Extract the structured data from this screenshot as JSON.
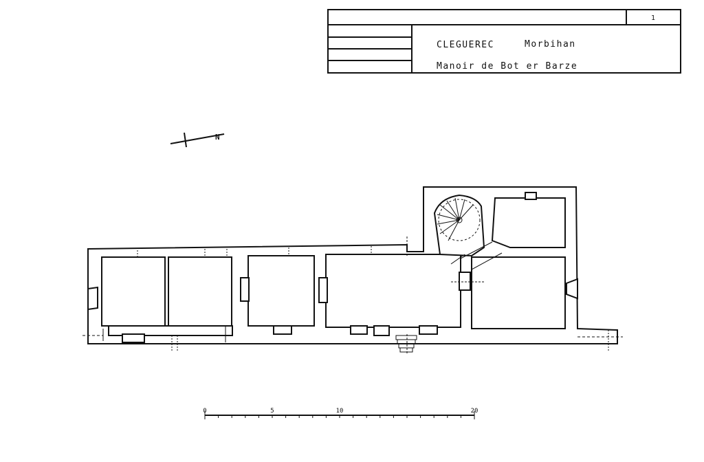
{
  "title_block": {
    "sheet_number": "1",
    "commune": "CLEGUEREC",
    "department": "Morbihan",
    "building": "Manoir de Bot er Barze"
  },
  "north_arrow": {
    "label": "N"
  },
  "scale_bar": {
    "unit_ticks": [
      0,
      5,
      10,
      20
    ],
    "labels": [
      "0",
      "5",
      "10",
      "20"
    ]
  }
}
